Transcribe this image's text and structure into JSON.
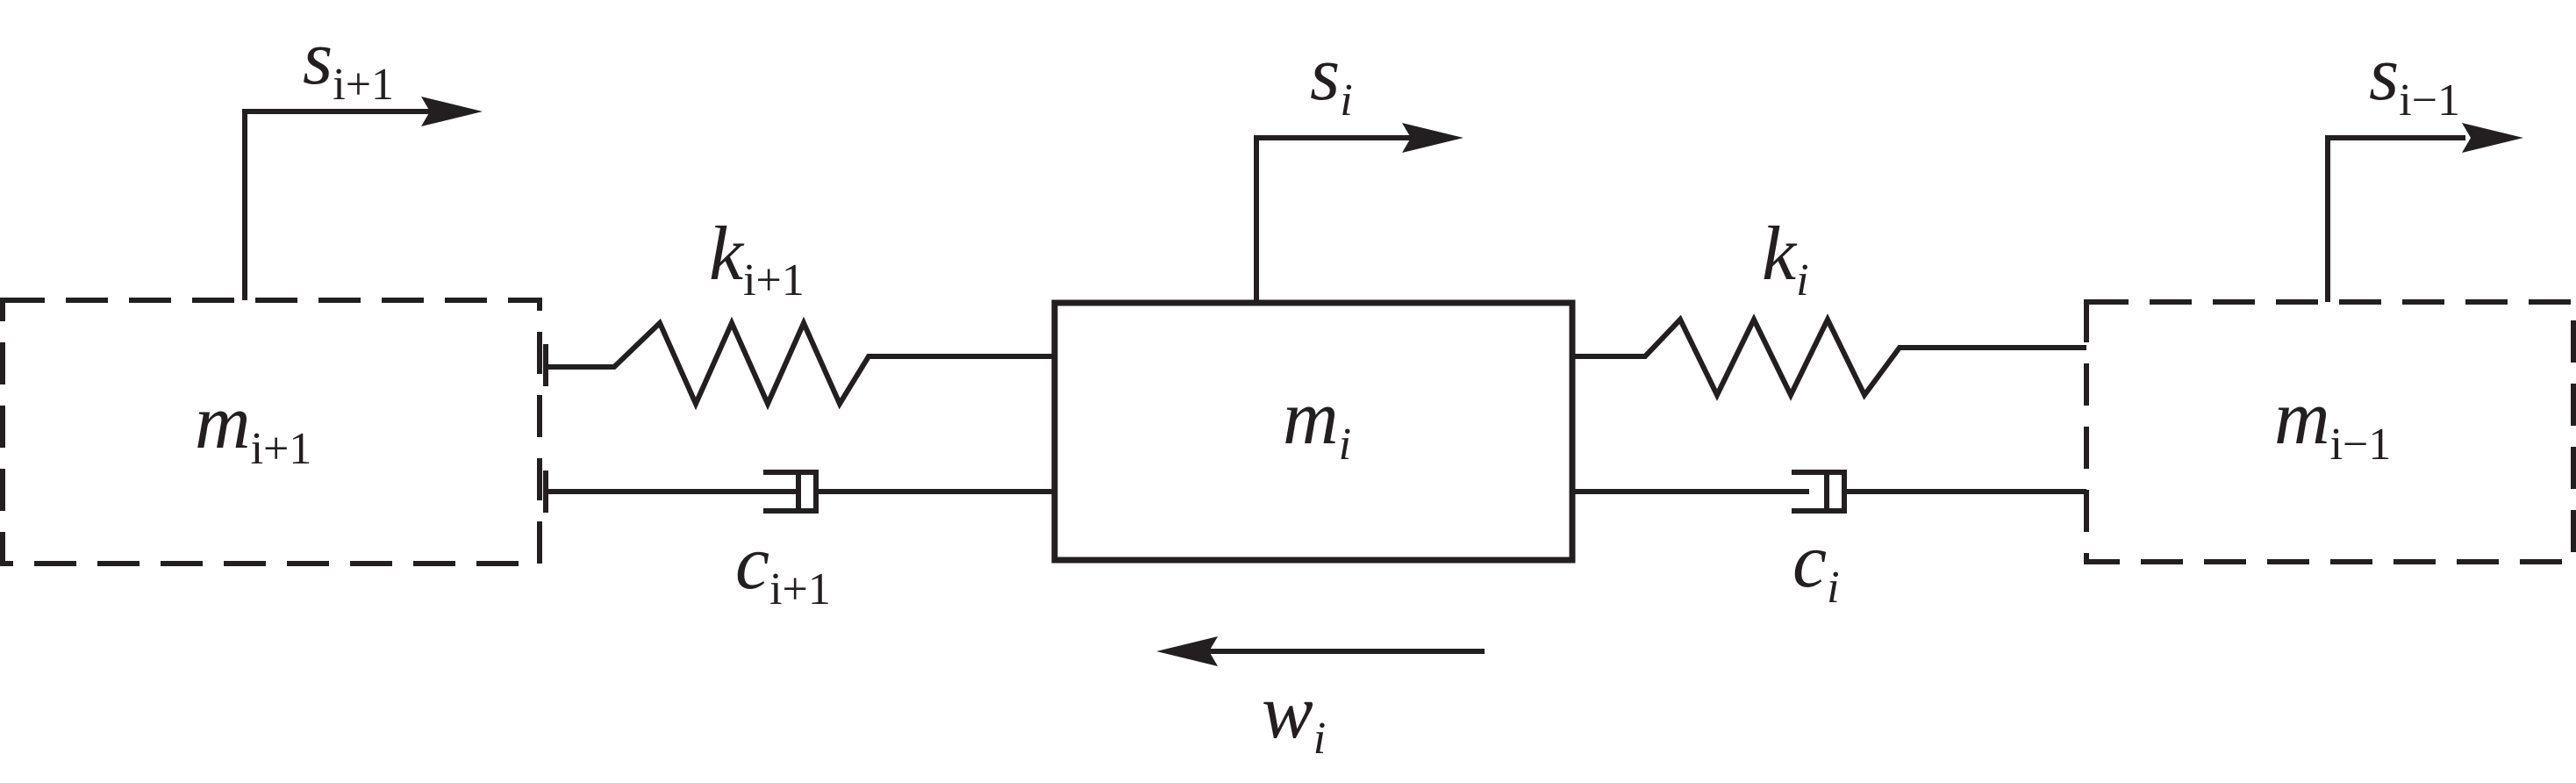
{
  "colors": {
    "line": "#231f20",
    "background": "#ffffff"
  },
  "masses": {
    "left": {
      "symbol": "m",
      "index": "i+1",
      "style": "dashed"
    },
    "center": {
      "symbol": "m",
      "index": "i",
      "style": "solid"
    },
    "right": {
      "symbol": "m",
      "index": "i−1",
      "style": "dashed"
    }
  },
  "springs": {
    "left": {
      "symbol": "k",
      "index": "i+1"
    },
    "right": {
      "symbol": "k",
      "index": "i"
    }
  },
  "dampers": {
    "left": {
      "symbol": "c",
      "index": "i+1"
    },
    "right": {
      "symbol": "c",
      "index": "i"
    }
  },
  "displacements": {
    "left": {
      "symbol": "s",
      "index": "i+1"
    },
    "center": {
      "symbol": "s",
      "index": "i"
    },
    "right": {
      "symbol": "s",
      "index": "i−1"
    }
  },
  "force": {
    "symbol": "w",
    "index": "i",
    "direction": "left"
  }
}
